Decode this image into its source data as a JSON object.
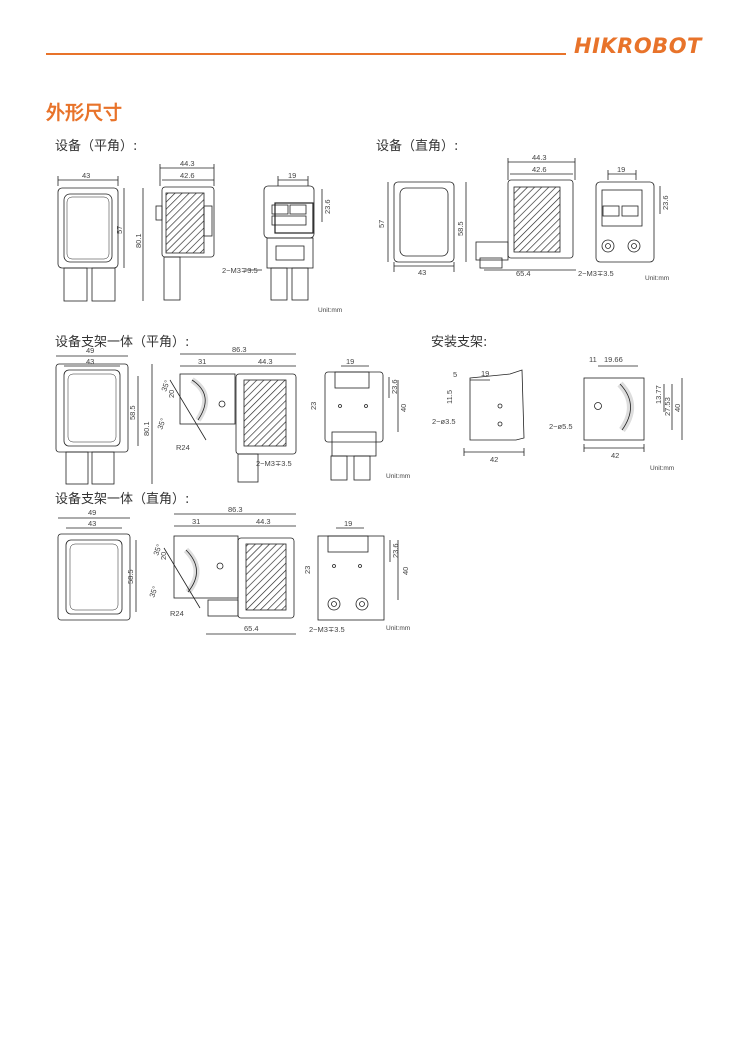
{
  "header": {
    "brand": "HIKROBOT"
  },
  "heading": "外形尺寸",
  "sections": {
    "flat": "设备（平角）:",
    "right": "设备（直角）:",
    "bracket_flat": "设备支架一体（平角）:",
    "mount": "安装支架:",
    "bracket_right": "设备支架一体（直角）:"
  },
  "unit": "Unit:mm",
  "screw": "2−M3∓3.5",
  "dims": {
    "d43": "43",
    "d443": "44.3",
    "d426": "42.6",
    "d19": "19",
    "d236": "23.6",
    "d57": "57",
    "d801": "80.1",
    "d585": "58.5",
    "d654": "65.4",
    "d49": "49",
    "d863": "86.3",
    "d31": "31",
    "d35": "35°",
    "d20": "20",
    "r24": "R24",
    "d23": "23",
    "d40": "40",
    "d5": "5",
    "d115": "11.5",
    "hole35": "2−ø3.5",
    "d42": "42",
    "d11": "11",
    "d1966": "19.66",
    "d1377": "13.77",
    "d2753": "27.53",
    "hole55": "2−ø5.5"
  },
  "colors": {
    "accent": "#e8732a",
    "line": "#222222"
  }
}
